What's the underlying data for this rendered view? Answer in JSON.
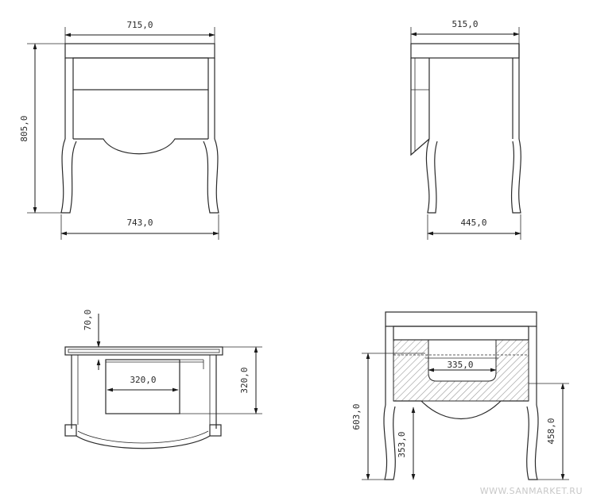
{
  "dimensions": {
    "front_width_top": "715,0",
    "front_width_bottom": "743,0",
    "front_height": "805,0",
    "side_width_top": "515,0",
    "side_width_bottom": "445,0",
    "top_view_offset": "70,0",
    "top_view_drawer_width": "320,0",
    "top_view_drawer_depth": "320,0",
    "section_cutout_width": "335,0",
    "section_height_left": "603,0",
    "section_height_inner": "353,0",
    "section_height_right": "458,0"
  },
  "watermark": "WWW.SANMARKET.RU",
  "colors": {
    "line": "#2a2a2a",
    "hatch": "#9a9a9a"
  }
}
